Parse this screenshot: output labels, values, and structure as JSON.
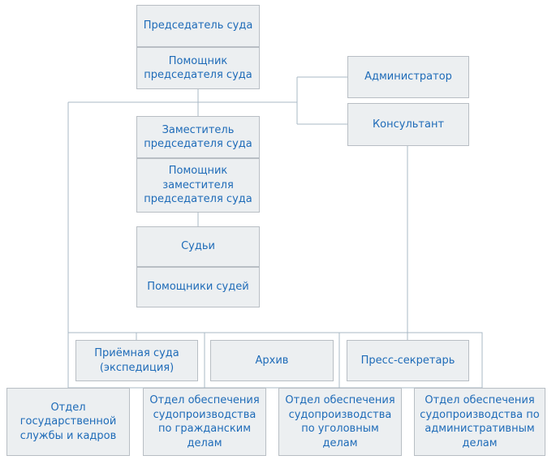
{
  "org": {
    "chairman": "Председатель суда",
    "chairman_assistant": "Помощник\nпредседателя суда",
    "administrator": "Администратор",
    "consultant": "Консультант",
    "deputy": "Заместитель\nпредседателя суда",
    "deputy_assistant": "Помощник\nзаместителя\nпредседателя суда",
    "judges": "Судьи",
    "judges_assistants": "Помощники судей",
    "reception": "Приёмная суда\n(экспедиция)",
    "archive": "Архив",
    "press_secretary": "Пресс-секретарь",
    "dept_civil_service": "Отдел\nгосударственной\nслужбы и кадров",
    "dept_civil_cases": "Отдел обеспечения\nсудопроизводства\nпо гражданским\nделам",
    "dept_criminal_cases": "Отдел обеспечения\nсудопроизводства\nпо уголовным\nделам",
    "dept_admin_cases": "Отдел обеспечения\nсудопроизводства по\nадминистративным\nделам"
  },
  "colors": {
    "text": "#1e6bb8",
    "box_fill": "#eceff1",
    "box_border": "#b8bec4",
    "connector": "#a9b8c6"
  }
}
